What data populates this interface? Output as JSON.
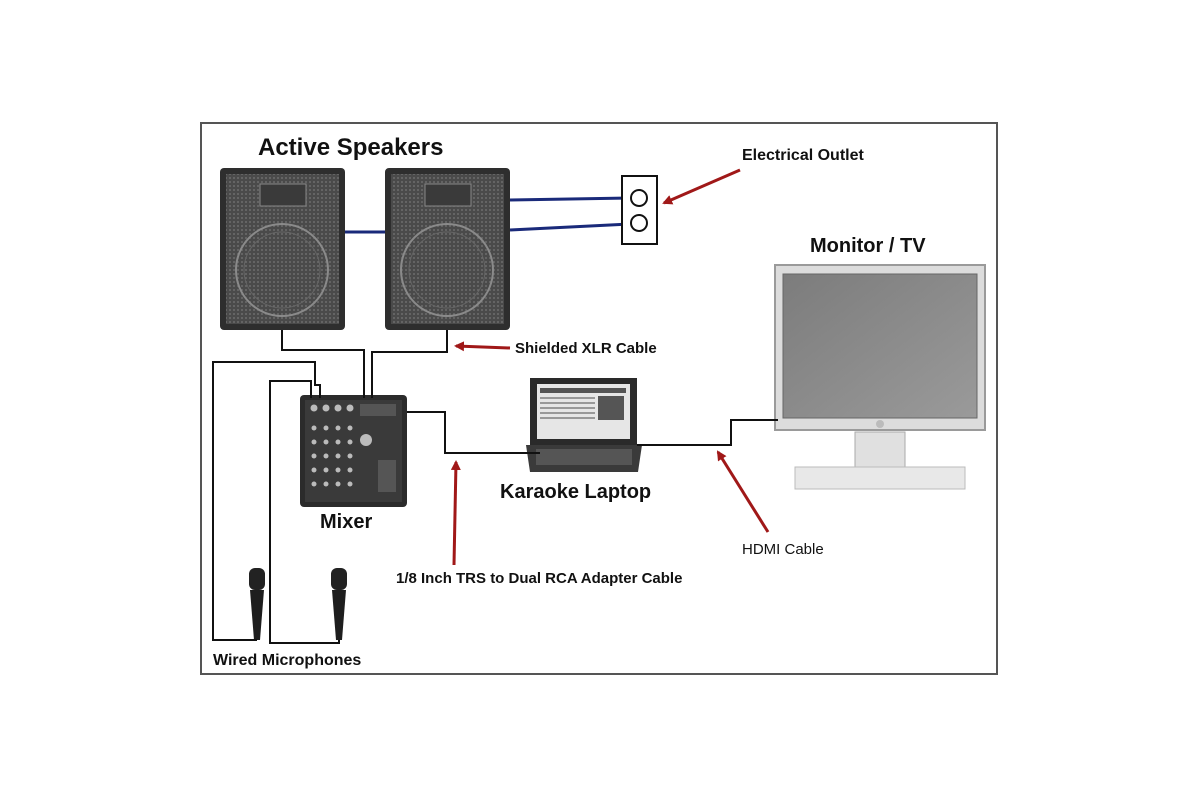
{
  "labels": {
    "active_speakers": "Active Speakers",
    "electrical_outlet": "Electrical Outlet",
    "monitor_tv": "Monitor / TV",
    "shielded_xlr_cable": "Shielded XLR Cable",
    "mixer": "Mixer",
    "karaoke_laptop": "Karaoke Laptop",
    "hdmi_cable": "HDMI Cable",
    "trs_rca_cable": "1/8 Inch TRS to Dual RCA Adapter Cable",
    "wired_microphones": "Wired Microphones"
  },
  "colors": {
    "arrow": "#a01818",
    "power_cable": "#1a2a7a",
    "signal_cable": "#111111",
    "speaker_body": "#3a3a3a",
    "screen": "#8a8a8a"
  }
}
